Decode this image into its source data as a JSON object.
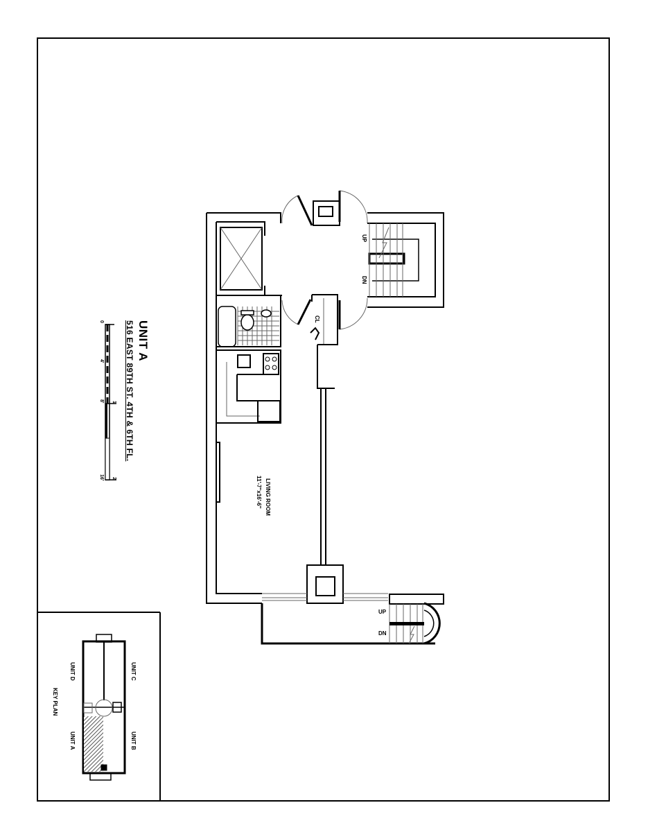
{
  "title": {
    "unit": "UNIT A",
    "address": "516 EAST 89TH ST. 4TH & 6TH FL."
  },
  "scale_bar": {
    "feet_labels": [
      "0",
      "4'",
      "8'",
      "16'"
    ],
    "meter_labels": [
      "1",
      "2"
    ]
  },
  "rooms": {
    "living_room": {
      "name": "LIVING ROOM",
      "dimensions": "11'-7\"x16'-6\""
    },
    "closet": "CL"
  },
  "stairs": {
    "upper": {
      "up": "UP",
      "down": "DN"
    },
    "lower": {
      "up": "UP",
      "down": "DN"
    }
  },
  "key_plan": {
    "title": "KEY PLAN",
    "units": [
      "UNIT A",
      "UNIT B",
      "UNIT C",
      "UNIT D"
    ],
    "highlighted_unit": "UNIT A"
  },
  "colors": {
    "line": "#000000",
    "fixture": "#666666",
    "hatch": "#777777",
    "background": "#ffffff"
  }
}
